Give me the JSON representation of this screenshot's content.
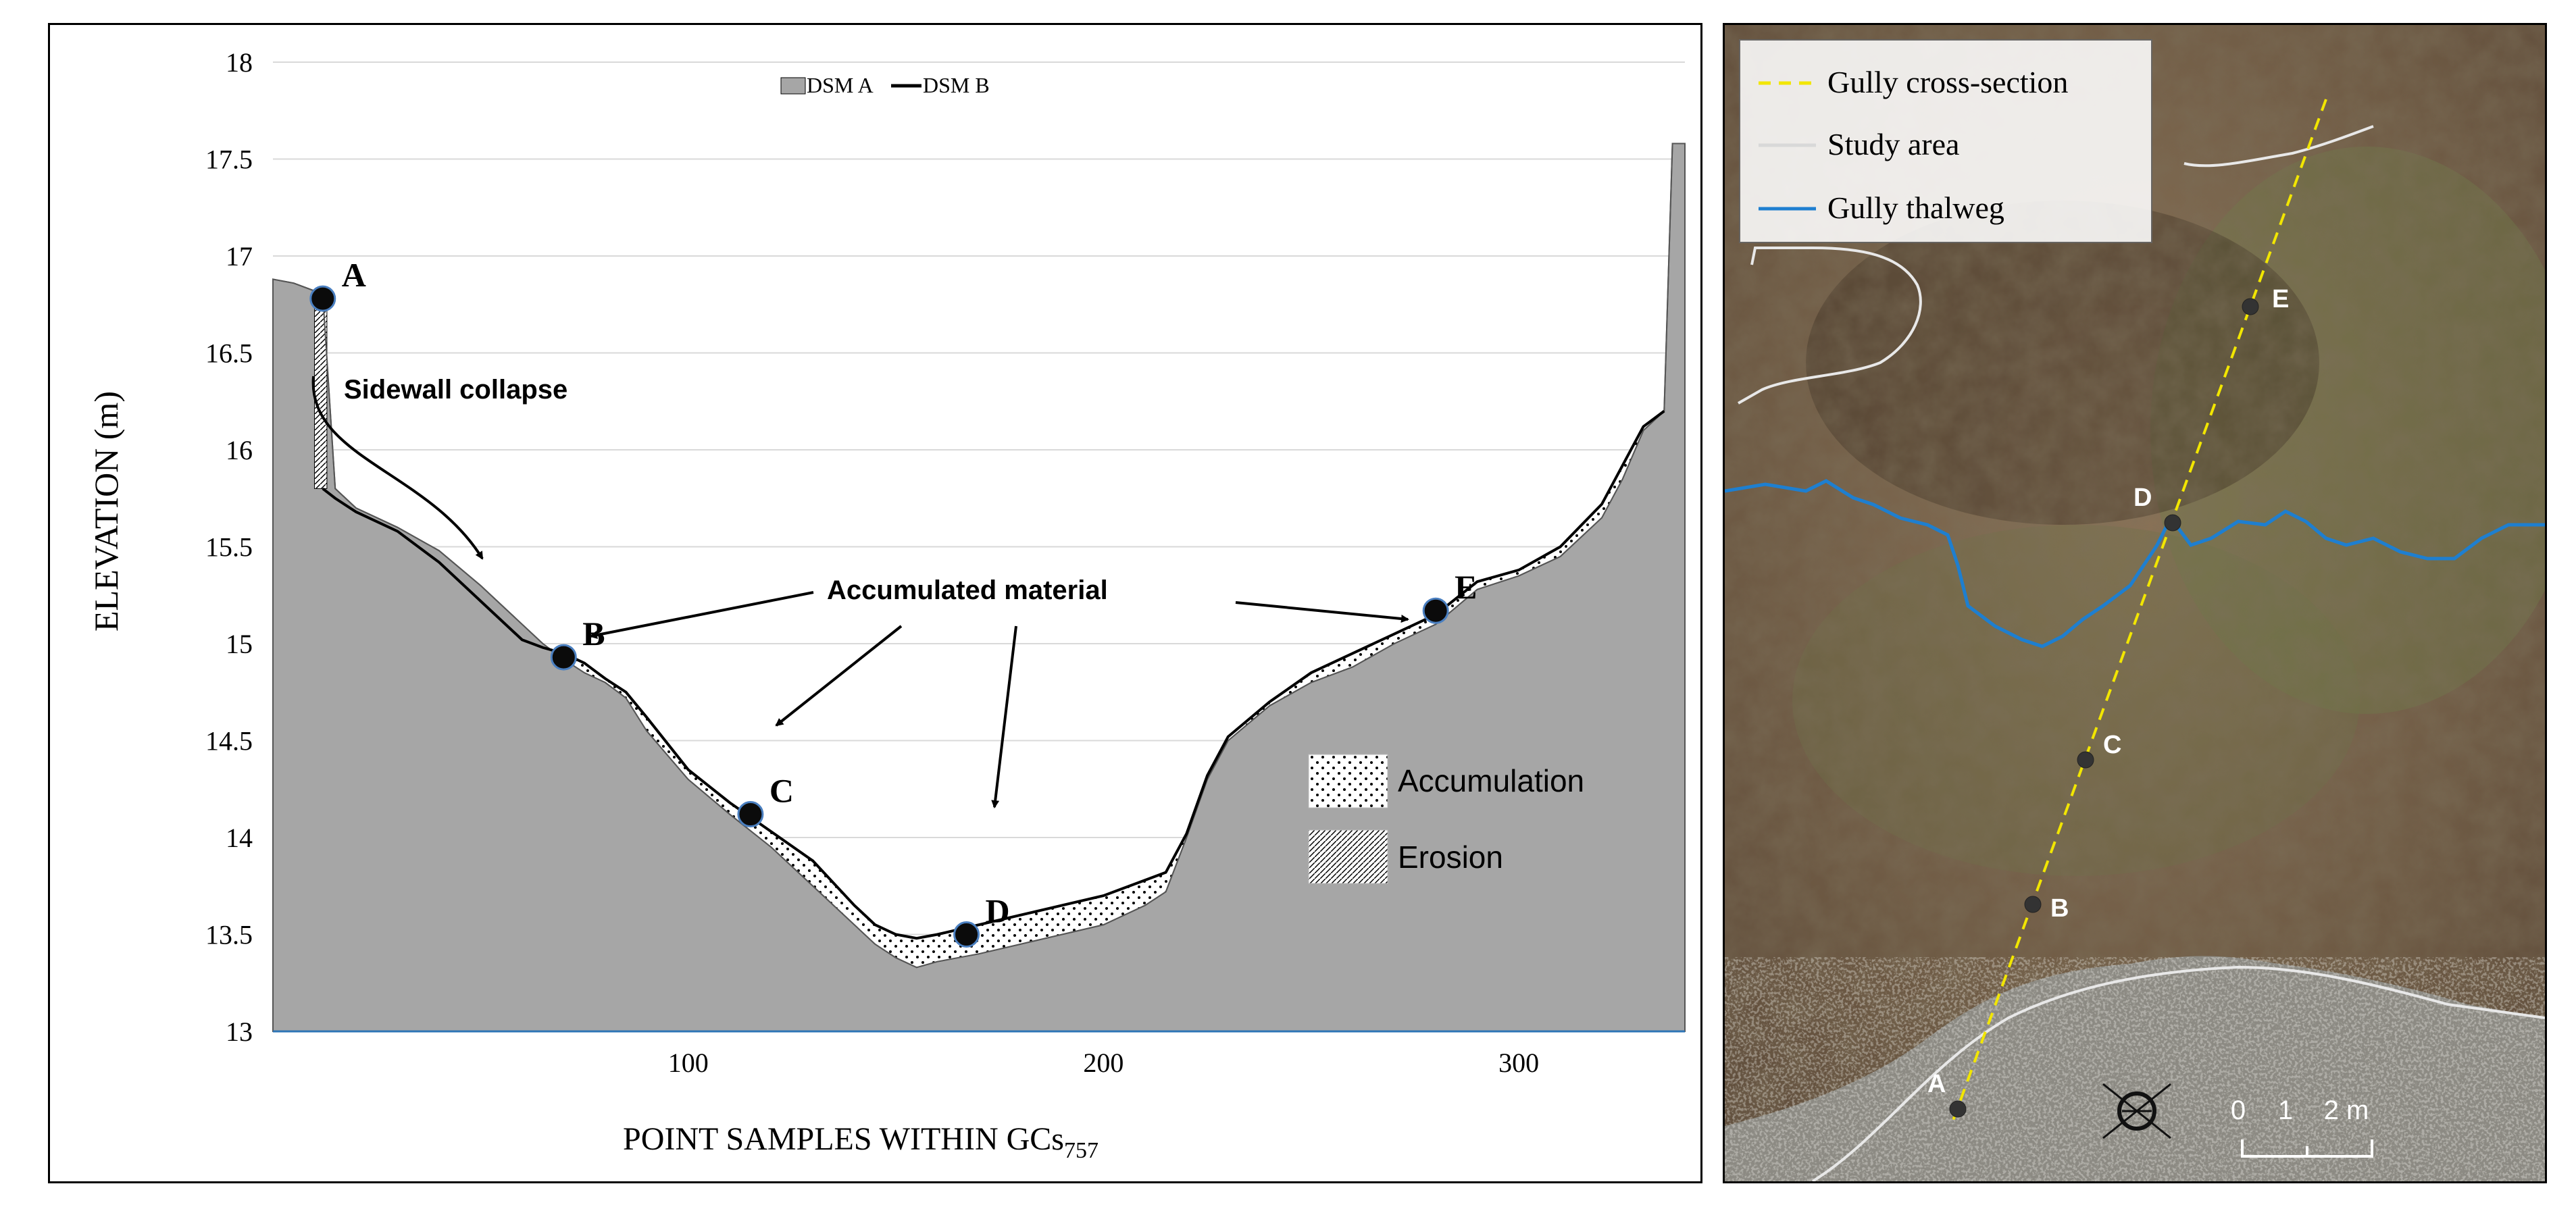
{
  "chart_data": [
    {
      "type": "area",
      "xlabel": "POINT SAMPLES WITHIN GCs",
      "xlabel_subscript": "757",
      "ylabel": "ELEVATION (m)",
      "xlim": [
        0,
        340
      ],
      "ylim": [
        13,
        18
      ],
      "x_ticks": [
        100,
        200,
        300
      ],
      "y_ticks": [
        13,
        13.5,
        14,
        14.5,
        15,
        15.5,
        16,
        16.5,
        17,
        17.5,
        18
      ],
      "grid": "horizontal",
      "legend": {
        "position": "top-center",
        "entries": [
          {
            "label": "DSM A",
            "kind": "area",
            "color": "#a6a6a6"
          },
          {
            "label": "DSM B",
            "kind": "line",
            "color": "#000000"
          }
        ]
      },
      "series": [
        {
          "name": "DSM A",
          "x": [
            0,
            5,
            10,
            12,
            15,
            20,
            30,
            40,
            50,
            60,
            65,
            70,
            75,
            80,
            85,
            90,
            100,
            110,
            120,
            130,
            140,
            145,
            150,
            155,
            160,
            170,
            180,
            190,
            200,
            210,
            215,
            220,
            225,
            230,
            240,
            250,
            260,
            270,
            280,
            290,
            300,
            310,
            320,
            325,
            330,
            335,
            337,
            340
          ],
          "values": [
            16.88,
            16.86,
            16.82,
            16.8,
            15.8,
            15.7,
            15.6,
            15.48,
            15.3,
            15.1,
            15.0,
            14.92,
            14.85,
            14.8,
            14.72,
            14.55,
            14.3,
            14.12,
            13.95,
            13.75,
            13.55,
            13.45,
            13.38,
            13.33,
            13.36,
            13.4,
            13.45,
            13.5,
            13.55,
            13.65,
            13.72,
            14.0,
            14.3,
            14.5,
            14.68,
            14.8,
            14.88,
            15.0,
            15.1,
            15.28,
            15.35,
            15.45,
            15.65,
            15.85,
            16.1,
            16.2,
            17.58,
            17.58
          ]
        },
        {
          "name": "DSM B",
          "x": [
            12,
            15,
            20,
            30,
            40,
            50,
            60,
            65,
            70,
            75,
            80,
            85,
            90,
            100,
            110,
            120,
            130,
            140,
            145,
            150,
            155,
            160,
            170,
            180,
            190,
            200,
            210,
            215,
            220,
            225,
            230,
            240,
            250,
            260,
            270,
            280,
            290,
            300,
            310,
            320,
            325,
            330,
            335
          ],
          "values": [
            15.8,
            15.75,
            15.68,
            15.58,
            15.42,
            15.22,
            15.02,
            14.98,
            14.95,
            14.9,
            14.82,
            14.75,
            14.62,
            14.35,
            14.18,
            14.03,
            13.88,
            13.65,
            13.55,
            13.5,
            13.48,
            13.5,
            13.55,
            13.6,
            13.65,
            13.7,
            13.78,
            13.82,
            14.02,
            14.32,
            14.52,
            14.7,
            14.85,
            14.95,
            15.05,
            15.15,
            15.32,
            15.38,
            15.5,
            15.72,
            15.92,
            16.12,
            16.2
          ]
        }
      ],
      "sample_points": [
        {
          "label": "A",
          "x": 12,
          "y": 16.78
        },
        {
          "label": "B",
          "x": 70,
          "y": 14.93
        },
        {
          "label": "C",
          "x": 115,
          "y": 14.12
        },
        {
          "label": "D",
          "x": 167,
          "y": 13.5
        },
        {
          "label": "E",
          "x": 280,
          "y": 15.17
        }
      ],
      "annotations": {
        "sidewall_collapse": "Sidewall collapse",
        "accumulated_material": "Accumulated material"
      },
      "pattern_legend": [
        {
          "label": "Accumulation",
          "pattern": "dots"
        },
        {
          "label": "Erosion",
          "pattern": "hatch"
        }
      ]
    }
  ],
  "map": {
    "legend": [
      {
        "label": "Gully cross-section",
        "color": "#f2e600",
        "style": "dashed"
      },
      {
        "label": "Study area",
        "color": "#e8e8e8",
        "style": "solid"
      },
      {
        "label": "Gully thalweg",
        "color": "#1e7fd0",
        "style": "solid"
      }
    ],
    "points": [
      "A",
      "B",
      "C",
      "D",
      "E"
    ],
    "scale_labels": [
      "0",
      "1",
      "2 m"
    ]
  }
}
